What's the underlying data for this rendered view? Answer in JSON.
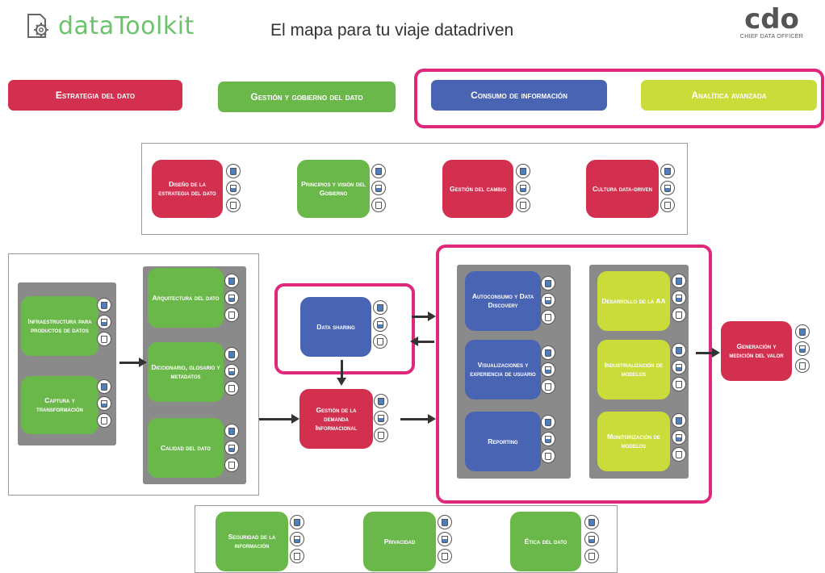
{
  "header": {
    "logo_text": "dataToolkit",
    "tagline": "El mapa para tu viaje datadriven",
    "partner_logo_mark": "cdo",
    "partner_logo_sub": "CHIEF DATA OFFICER",
    "icons": {
      "logo_icon": "gear-document-icon"
    }
  },
  "colors": {
    "red": "#d32f4e",
    "green": "#6bb84a",
    "blue": "#4a64b4",
    "lime": "#c9dc3a",
    "highlight": "#e0287a",
    "panel_gray": "#8a8a8a",
    "level_fill": "#4d7fc0"
  },
  "categories": [
    "Estrategia del dato",
    "Gestión y gobierno del dato",
    "Consumo de información",
    "Analítica avanzada"
  ],
  "diagram": {
    "top_row": [
      "Diseño de la estrategia del dato",
      "Principios y visión del Gobierno",
      "Gestión del cambio",
      "Cultura data-driven"
    ],
    "infra": [
      "Infraestructura para productos de datos",
      "Captura y transformación"
    ],
    "arch": [
      "Arquitectura del dato",
      "Diccionario, glosario y metadatos",
      "Calidad del dato"
    ],
    "data_sharing": "Data sharing",
    "demand": "Gestión de la demanda Informacional",
    "consumption": [
      "Autoconsumo y Data Discovery",
      "Visualizaciones y experiencia de usuario",
      "Reporting"
    ],
    "analytics": [
      "Desarrollo de la AA",
      "Industrialización de modelos",
      "Monitorización de modelos"
    ],
    "value": "Generación y medición del valor",
    "bottom_row": [
      "Seguridad de la información",
      "Privacidad",
      "Ética del dato"
    ],
    "level_icons": [
      "cup-full-icon",
      "cup-half-icon",
      "cup-empty-icon"
    ]
  }
}
